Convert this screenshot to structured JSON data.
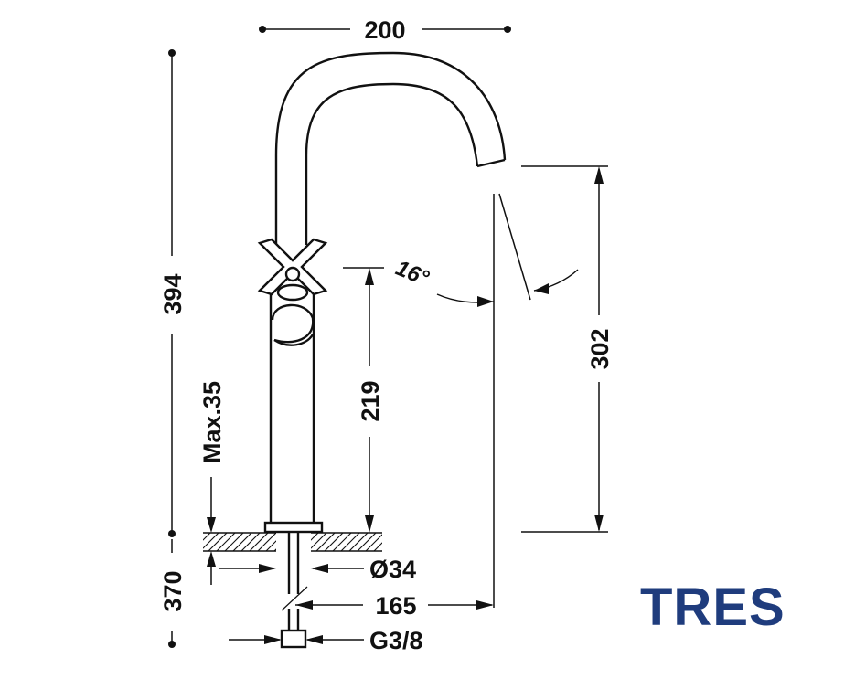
{
  "dimensions": {
    "overall_width": "200",
    "total_height": "394",
    "spout_height": "302",
    "body_height": "219",
    "max_thickness": "Max.35",
    "hose_length": "370",
    "base_diameter": "Ø34",
    "projection": "165",
    "connection": "G3/8",
    "angle": "16°"
  },
  "brand": {
    "logo_text": "TRES",
    "logo_color": "#1f3c7d"
  },
  "colors": {
    "line": "#111111",
    "background": "#ffffff"
  }
}
